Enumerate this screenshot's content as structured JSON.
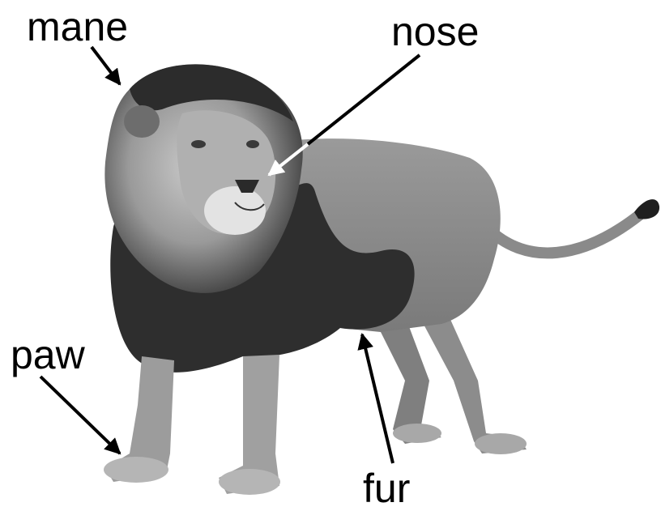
{
  "labels": {
    "mane": "mane",
    "nose": "nose",
    "paw": "paw",
    "fur": "fur"
  },
  "colors": {
    "background": "#ffffff",
    "label_text": "#000000",
    "arrow_dark": "#000000",
    "arrow_light": "#ffffff",
    "body_fur": "#8a8a8a",
    "mane_dark": "#2b2b2b",
    "mane_light": "#a9a9a9"
  }
}
